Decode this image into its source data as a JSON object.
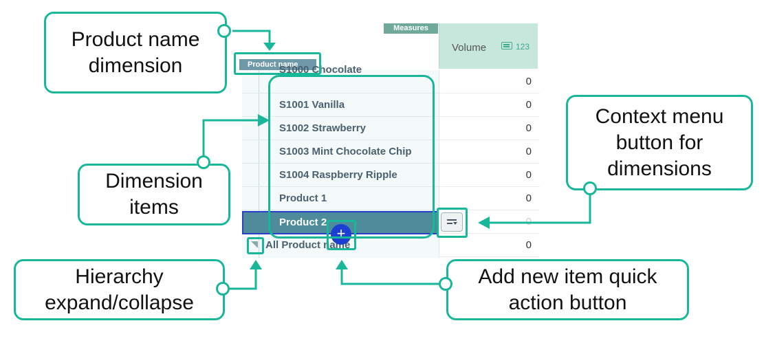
{
  "grid": {
    "measures_label": "Measures",
    "volume_label": "Volume",
    "volume_number_indicator": "123",
    "dimension_chip": "Product name",
    "rows": [
      {
        "label": "S1000 Chocolate",
        "value": "0"
      },
      {
        "label": "S1001 Vanilla",
        "value": "0"
      },
      {
        "label": "S1002 Strawberry",
        "value": "0"
      },
      {
        "label": "S1003 Mint Chocolate Chip",
        "value": "0"
      },
      {
        "label": "S1004 Raspberry Ripple",
        "value": "0"
      },
      {
        "label": "Product 1",
        "value": "0"
      }
    ],
    "selected_row": {
      "label": "Product 2",
      "value": "0"
    },
    "total_row": {
      "label": "All Product name",
      "value": "0"
    }
  },
  "callouts": {
    "product_name_dimension": [
      "Product name",
      "dimension"
    ],
    "dimension_items": [
      "Dimension",
      "items"
    ],
    "context_menu": [
      "Context menu",
      "button for",
      "dimensions"
    ],
    "hierarchy": [
      "Hierarchy",
      "expand/collapse"
    ],
    "add_new_item": [
      "Add new item quick",
      "action button"
    ]
  },
  "colors": {
    "accent": "#19b79a",
    "selection_border": "#2a3fc7",
    "plus_button": "#1d3fd1"
  }
}
